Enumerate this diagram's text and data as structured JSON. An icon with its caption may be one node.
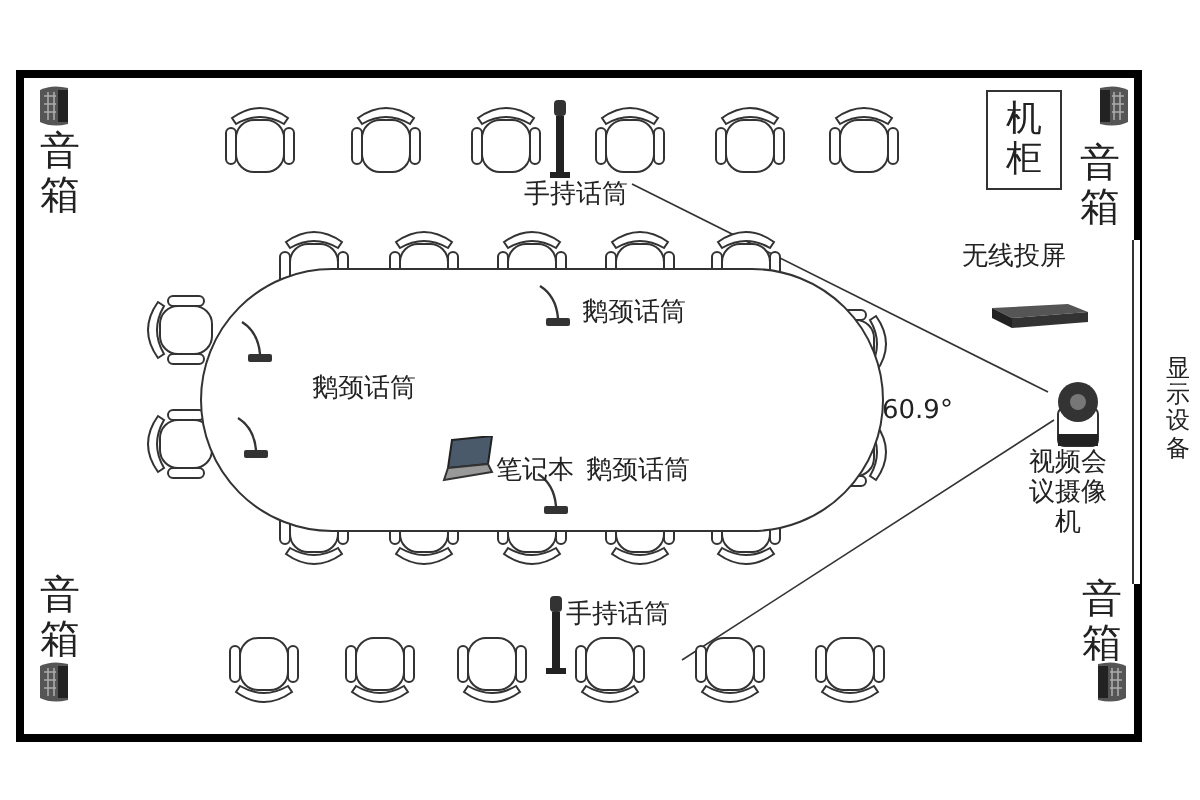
{
  "diagram": {
    "nodes": [
      {
        "text": [
          "机柜"
        ]
      }
    ],
    "labels": [
      "音箱",
      "音箱",
      "手持话筒",
      "无线投屏",
      "鹅颈话筒",
      "鹅颈话筒",
      "显示设备",
      "60.9°",
      "笔记本",
      "鹅颈话筒",
      "视频会议摄像机",
      "音箱",
      "音箱",
      "手持话筒"
    ]
  }
}
